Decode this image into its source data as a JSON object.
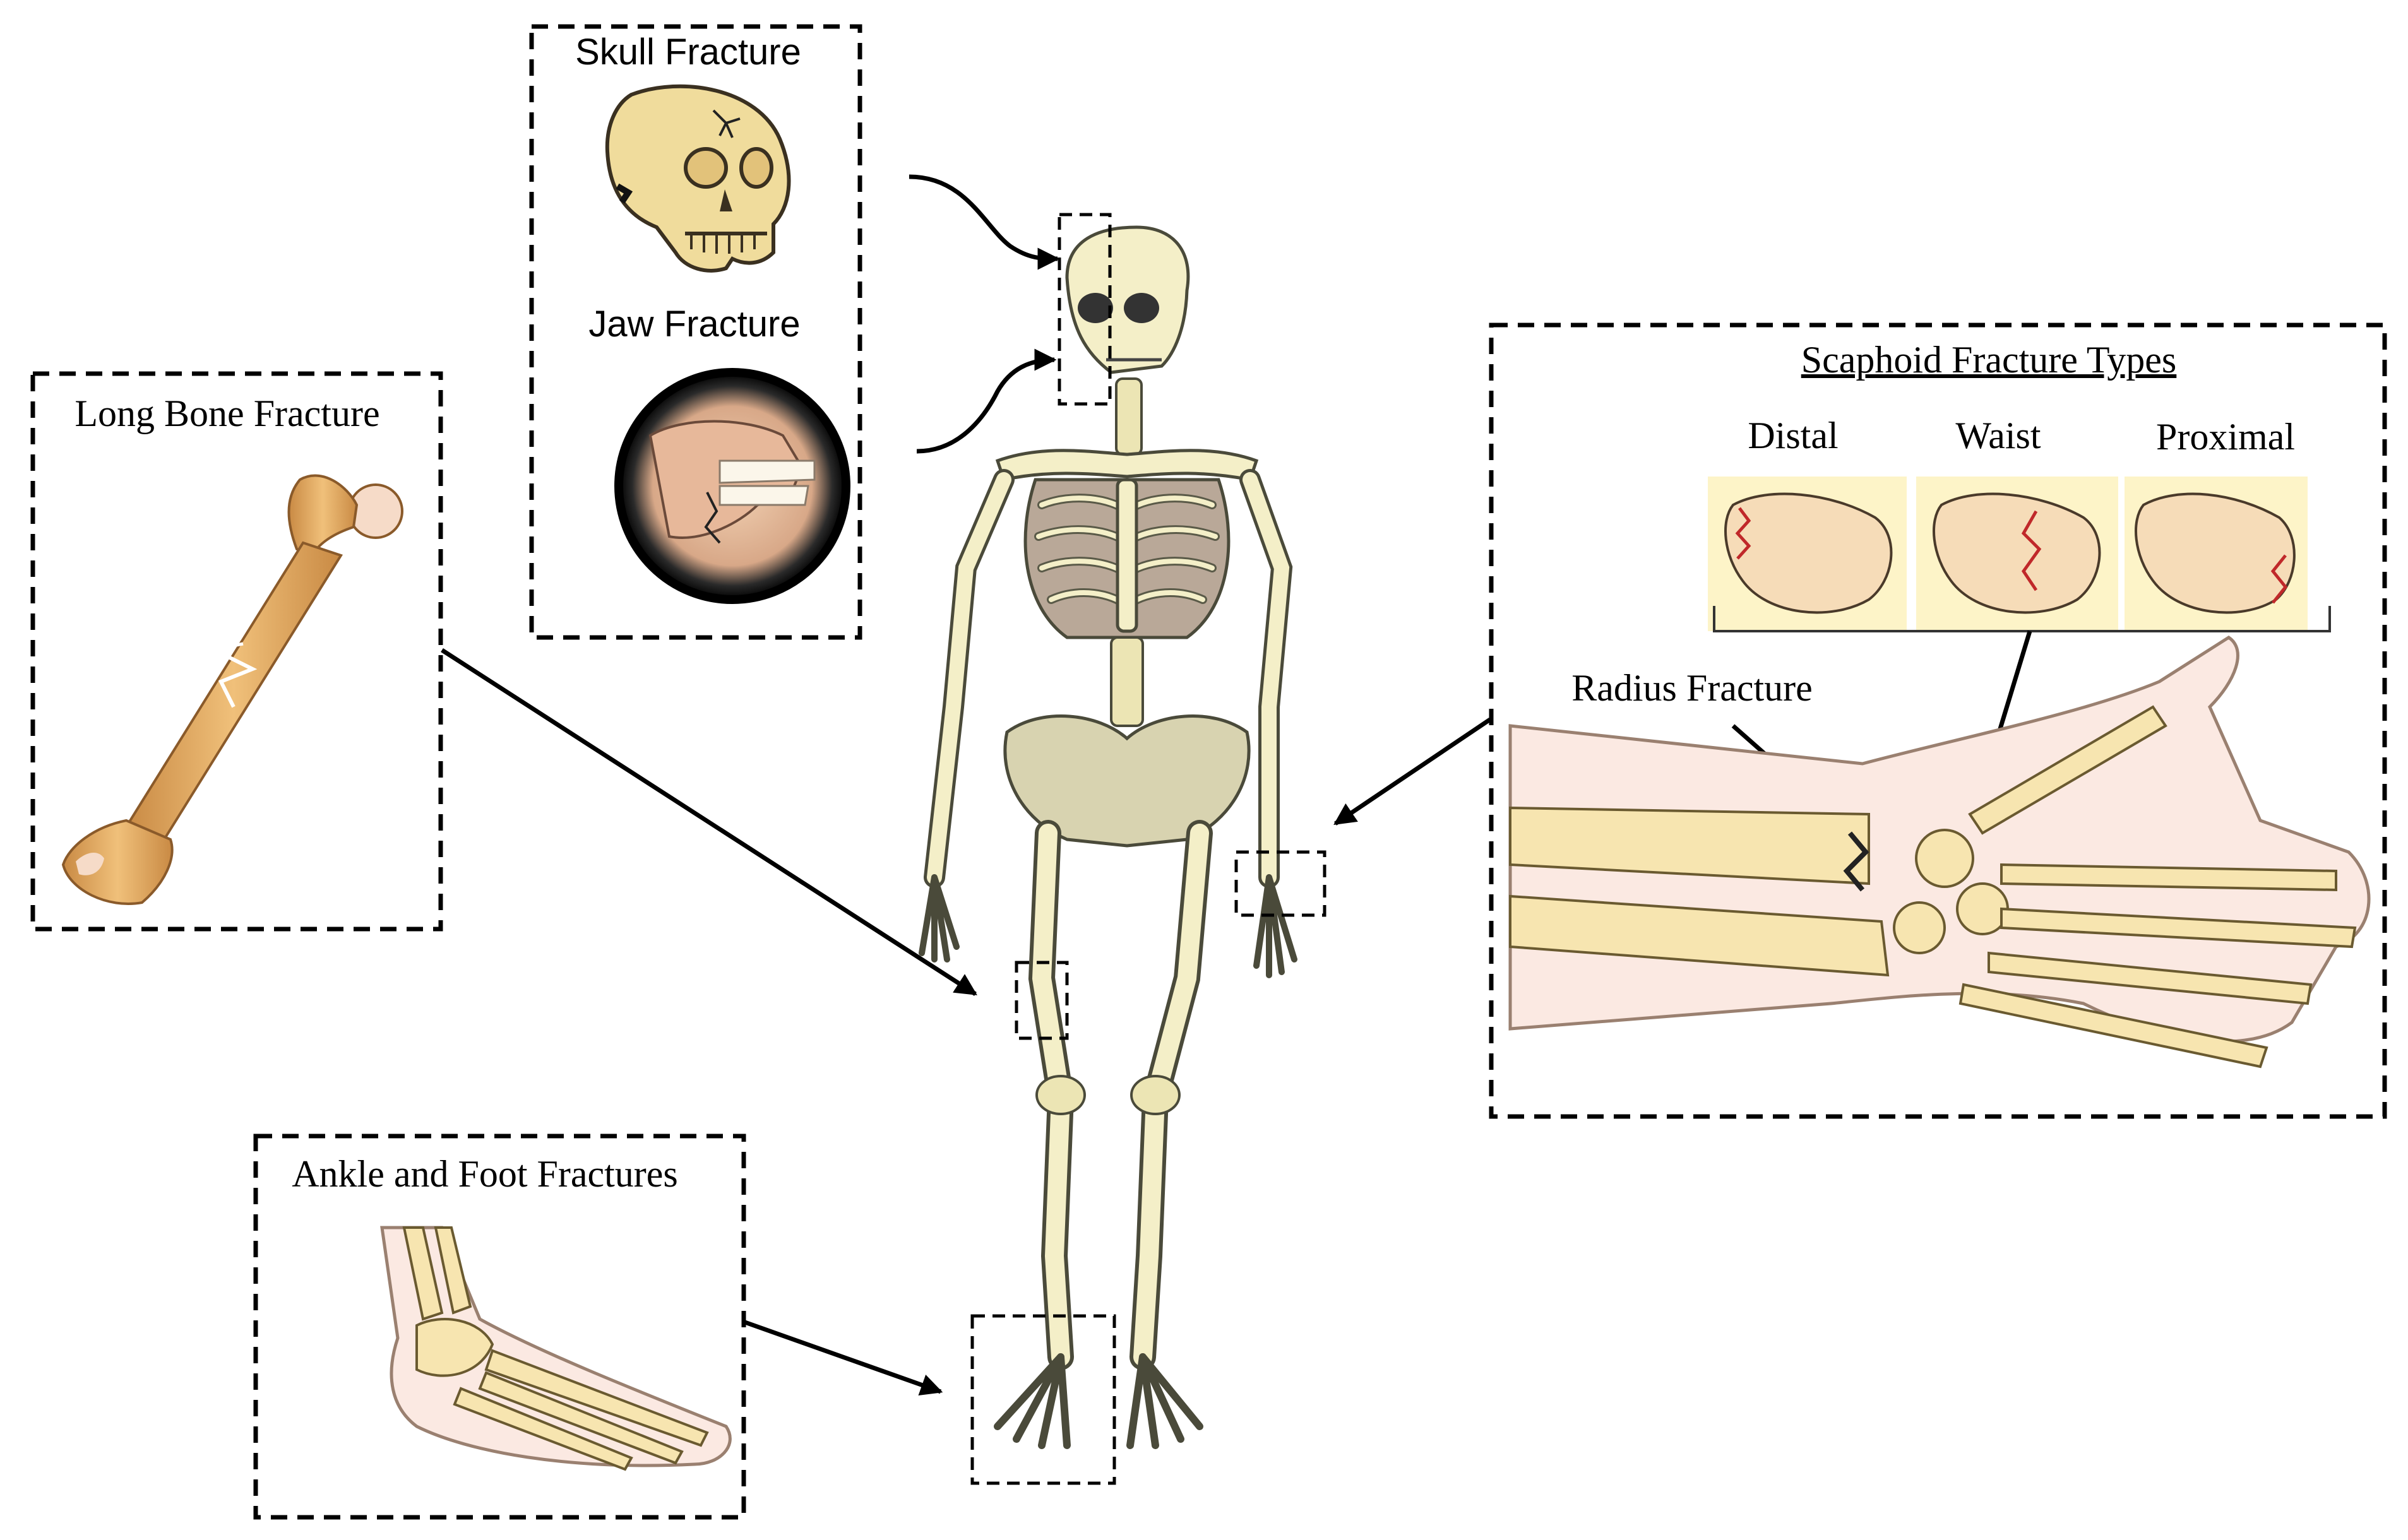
{
  "labels": {
    "skull": "Skull Fracture",
    "jaw": "Jaw Fracture",
    "long_bone": "Long Bone Fracture",
    "scaphoid_title": "Scaphoid Fracture Types",
    "distal": "Distal",
    "waist": "Waist",
    "proximal": "Proximal",
    "radius": "Radius Fracture",
    "ankle_foot": "Ankle and Foot Fractures"
  },
  "colors": {
    "bone": "#f4efc8",
    "femur": "#e8b06a",
    "skull": "#f0dc9c",
    "scaphoid_panel": "#fdf4c8",
    "crack_red": "#c0282a"
  }
}
